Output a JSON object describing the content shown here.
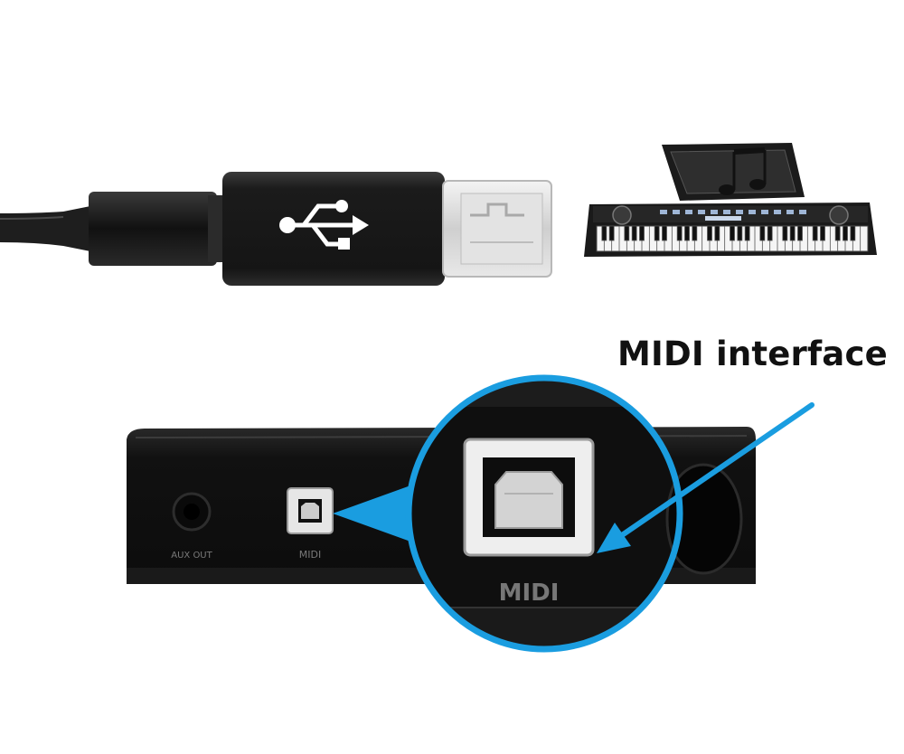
{
  "callout": {
    "text": "MIDI interface"
  },
  "panel": {
    "aux_label": "AUX OUT",
    "midi_label": "MIDI",
    "zoom_label": "MIDI"
  },
  "colors": {
    "accent_blue": "#1a9de0",
    "panel_dark": "#141414",
    "cable_black": "#1c1c1c",
    "metal_silver": "#d9d9d9"
  },
  "icons": {
    "usb": "usb-trident-icon",
    "keyboard": "electronic-keyboard-icon"
  }
}
